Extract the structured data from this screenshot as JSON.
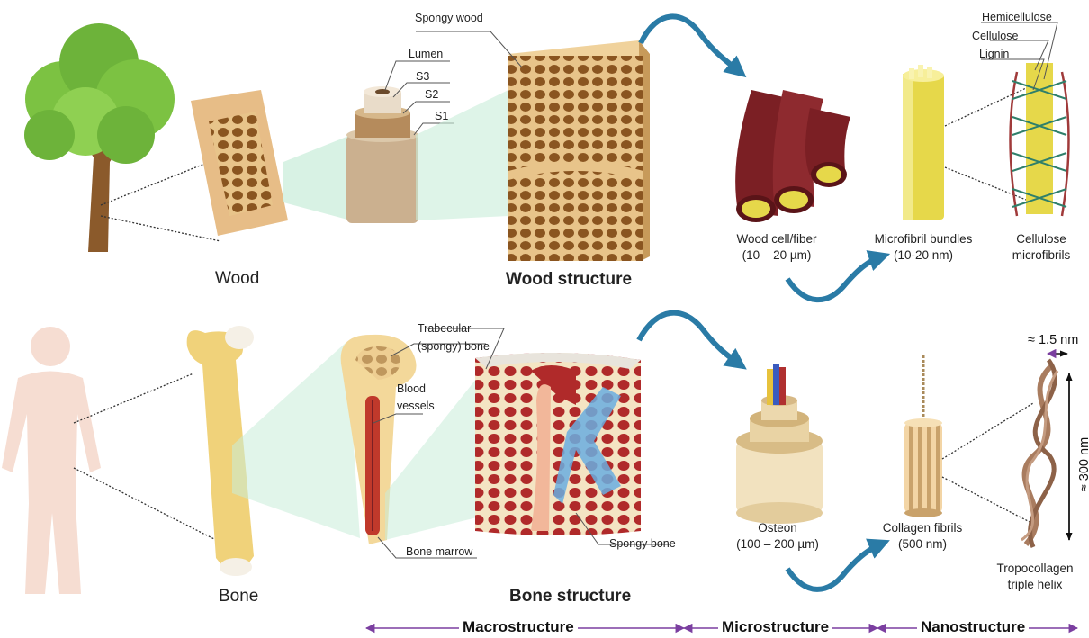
{
  "wood": {
    "label": "Wood",
    "structure_title": "Wood structure",
    "layers": {
      "lumen": "Lumen",
      "s3": "S3",
      "s2": "S2",
      "s1": "S1"
    },
    "spongy_wood": "Spongy wood",
    "cell_fiber": {
      "line1": "Wood cell/fiber",
      "line2": "(10 – 20 µm)"
    },
    "microfibril_bundles": {
      "line1": "Microfibril bundles",
      "line2": "(10-20 nm)"
    },
    "cellulose_microfibrils": {
      "line1": "Cellulose",
      "line2": "microfibrils"
    },
    "components": {
      "hemicellulose": "Hemicellulose",
      "cellulose": "Cellulose",
      "lignin": "Lignin"
    },
    "colors": {
      "leaf": "#7cc242",
      "trunk": "#8b5a2b",
      "cell": "#7b1f24",
      "fibril": "#e6d84a"
    }
  },
  "bone": {
    "label": "Bone",
    "structure_title": "Bone structure",
    "trabecular": {
      "line1": "Trabecular",
      "line2": "(spongy) bone"
    },
    "blood_vessels": {
      "line1": "Blood",
      "line2": "vessels"
    },
    "bone_marrow": "Bone marrow",
    "spongy_bone": "Spongy bone",
    "osteon": {
      "line1": "Osteon",
      "line2": "(100 – 200 µm)"
    },
    "collagen_fibrils": {
      "line1": "Collagen fibrils",
      "line2": "(500 nm)"
    },
    "tropocollagen": {
      "line1": "Tropocollagen",
      "line2": "triple helix"
    },
    "width_dim": "≈ 1.5 nm",
    "length_dim": "≈ 300 nm",
    "colors": {
      "bone": "#f0d27a",
      "body": "#f6ddd2",
      "marrow": "#c0392b",
      "helix": "#a97c5f"
    }
  },
  "scale_bar": {
    "macro": "Macrostructure",
    "micro": "Microstructure",
    "nano": "Nanostructure",
    "color": "#7b3fa0"
  },
  "arrow_color": "#2a7ba6"
}
